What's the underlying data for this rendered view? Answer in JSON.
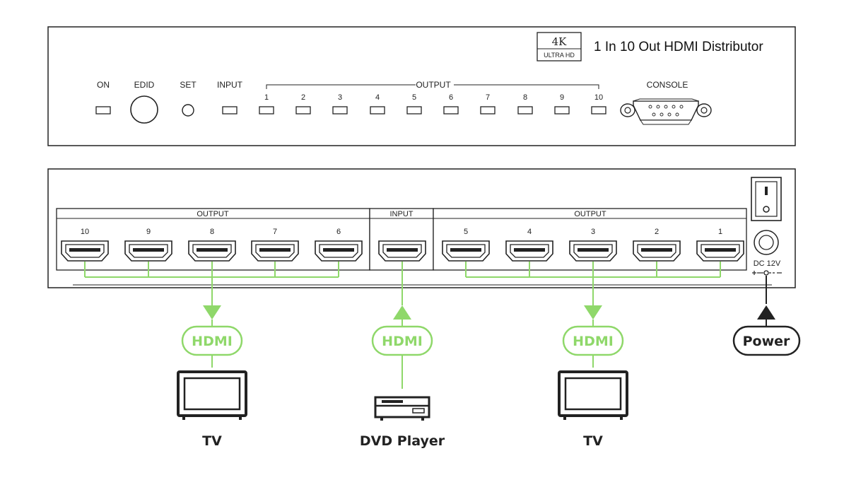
{
  "front_panel": {
    "badge_top": "4K",
    "badge_bottom": "ULTRA HD",
    "title": "1 In 10 Out HDMI Distributor",
    "labels": {
      "on": "ON",
      "edid": "EDID",
      "set": "SET",
      "input": "INPUT",
      "output": "OUTPUT",
      "console": "CONSOLE"
    },
    "output_leds": [
      "1",
      "2",
      "3",
      "4",
      "5",
      "6",
      "7",
      "8",
      "9",
      "10"
    ]
  },
  "rear_panel": {
    "left_group_label": "OUTPUT",
    "input_label": "INPUT",
    "right_group_label": "OUTPUT",
    "left_ports": [
      "10",
      "9",
      "8",
      "7",
      "6"
    ],
    "right_ports": [
      "5",
      "4",
      "3",
      "2",
      "1"
    ],
    "dc_label": "DC 12V"
  },
  "connections": {
    "left": {
      "tag": "HDMI",
      "device": "TV"
    },
    "center": {
      "tag": "HDMI",
      "device": "DVD Player"
    },
    "right": {
      "tag": "HDMI",
      "device": "TV"
    },
    "power": {
      "tag": "Power"
    }
  },
  "colors": {
    "accent_green": "#8fd86a",
    "line": "#222222",
    "background": "#ffffff"
  }
}
